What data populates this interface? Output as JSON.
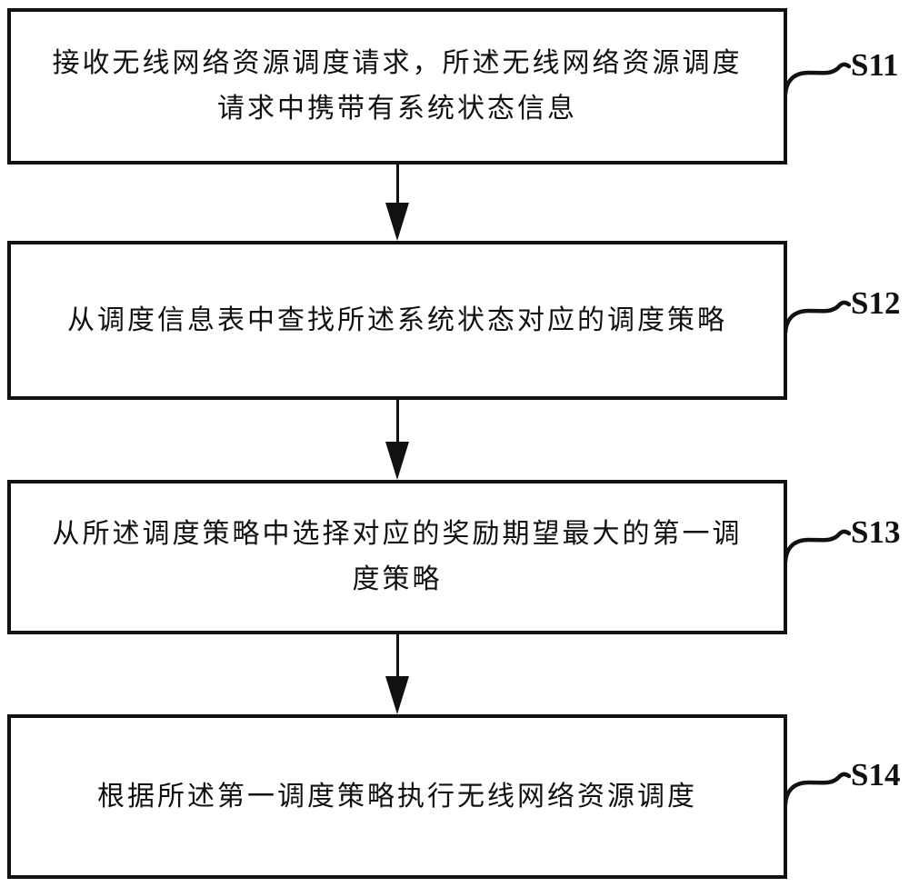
{
  "figure": {
    "type": "flowchart",
    "background_color": "#ffffff",
    "line_color": "#111111",
    "boxes": [
      {
        "step": "S11",
        "lines": [
          "接收无线网络资源调度请求，所述无线网络资源调度",
          "请求中携带有系统状态信息"
        ]
      },
      {
        "step": "S12",
        "lines": [
          "从调度信息表中查找所述系统状态对应的调度策略"
        ]
      },
      {
        "step": "S13",
        "lines": [
          "从所述调度策略中选择对应的奖励期望最大的第一调",
          "度策略"
        ]
      },
      {
        "step": "S14",
        "lines": [
          "根据所述第一调度策略执行无线网络资源调度"
        ]
      }
    ]
  }
}
